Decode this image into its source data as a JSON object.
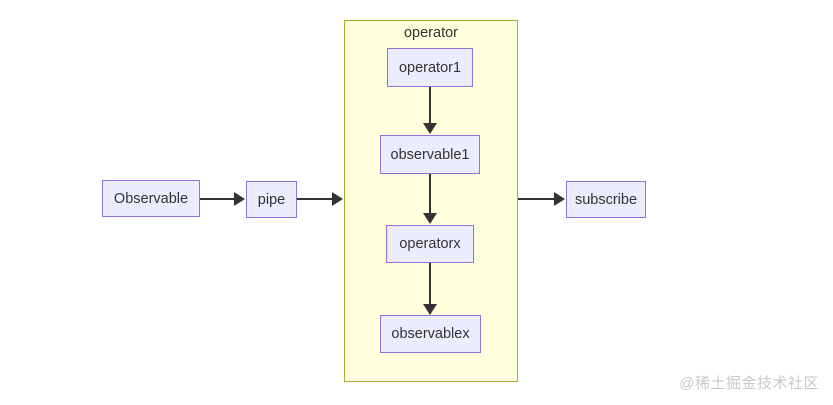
{
  "diagram": {
    "type": "flowchart",
    "direction": "left-to-right",
    "subgraph": {
      "label": "operator",
      "fill_color": "#FFFFDE",
      "border_color": "#AAAA33"
    },
    "node_style": {
      "fill_color": "#ECECFF",
      "border_color": "#9370DB",
      "text_color": "#333333"
    },
    "edge_color": "#333333",
    "nodes": [
      {
        "id": "observable",
        "label": "Observable",
        "group": "outer"
      },
      {
        "id": "pipe",
        "label": "pipe",
        "group": "outer"
      },
      {
        "id": "subscribe",
        "label": "subscribe",
        "group": "outer"
      },
      {
        "id": "operator1",
        "label": "operator1",
        "group": "operator"
      },
      {
        "id": "observable1",
        "label": "observable1",
        "group": "operator"
      },
      {
        "id": "operatorx",
        "label": "operatorx",
        "group": "operator"
      },
      {
        "id": "observablex",
        "label": "observablex",
        "group": "operator"
      }
    ],
    "edges": [
      {
        "from": "observable",
        "to": "pipe",
        "orientation": "horizontal"
      },
      {
        "from": "pipe",
        "to": "operator",
        "orientation": "horizontal"
      },
      {
        "from": "operator",
        "to": "subscribe",
        "orientation": "horizontal"
      },
      {
        "from": "operator1",
        "to": "observable1",
        "orientation": "vertical"
      },
      {
        "from": "observable1",
        "to": "operatorx",
        "orientation": "vertical"
      },
      {
        "from": "operatorx",
        "to": "observablex",
        "orientation": "vertical"
      }
    ]
  },
  "watermark": {
    "text": "@稀土掘金技术社区"
  }
}
